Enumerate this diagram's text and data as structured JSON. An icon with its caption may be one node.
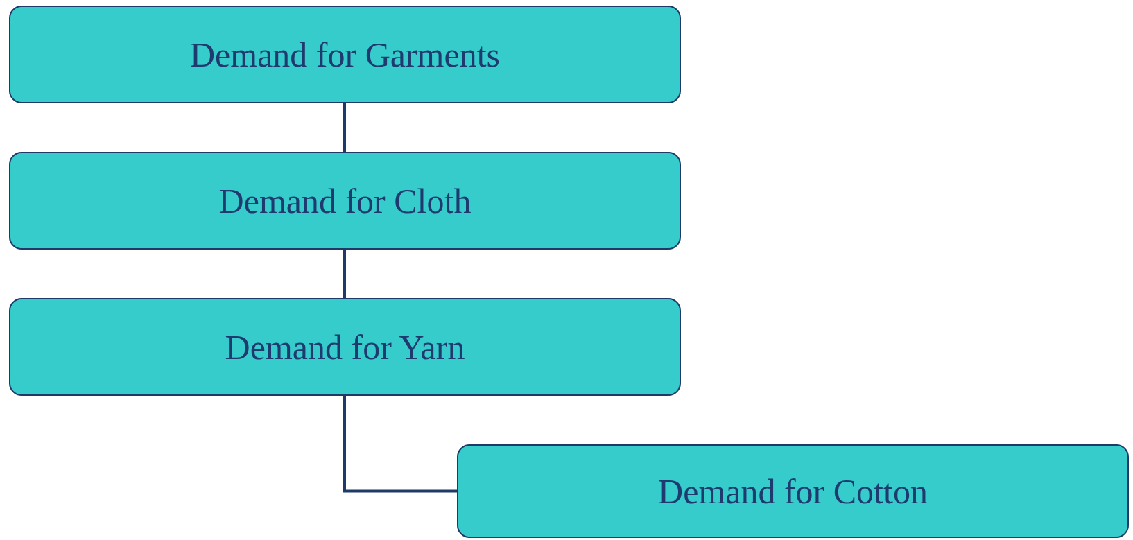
{
  "diagram": {
    "nodes": [
      {
        "text": [
          "Demand for Garments"
        ]
      },
      {
        "text": [
          "Demand for Cloth"
        ]
      },
      {
        "text": [
          "Demand for Yarn"
        ]
      },
      {
        "text": [
          "Demand for Cotton"
        ]
      }
    ],
    "edges": [
      {
        "from": 0,
        "to": 1,
        "arrow": "none"
      },
      {
        "from": 1,
        "to": 2,
        "arrow": "none"
      },
      {
        "from": 2,
        "to": 3,
        "arrow": "none"
      }
    ]
  }
}
